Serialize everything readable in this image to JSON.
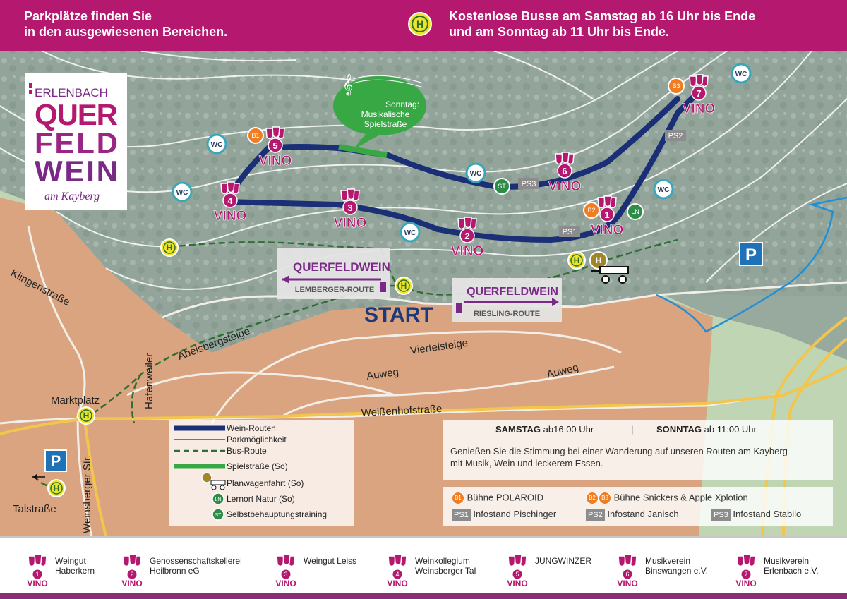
{
  "header": {
    "parking_line1": "Parkplätze finden Sie",
    "parking_line2": "in den ausgewiesenen Bereichen.",
    "bus_symbol": "H",
    "bus_line1": "Kostenlose Busse am Samstag ab 16 Uhr bis Ende",
    "bus_line2": "und am Sonntag ab 11 Uhr bis Ende."
  },
  "logo": {
    "line1": "ERLENBACH",
    "line2": "QUER",
    "line3": "FELD",
    "line4": "WEIN",
    "line5": "am Kayberg"
  },
  "music_bubble": {
    "line1": "Sonntag:",
    "line2": "Musikalische",
    "line3": "Spielstraße"
  },
  "vino_label": "VINO",
  "stations": [
    "1",
    "2",
    "3",
    "4",
    "5",
    "6",
    "7"
  ],
  "wc_label": "WC",
  "bus_stop_label": "H",
  "parking_symbol": "P",
  "stage_badges": {
    "b1": "B1",
    "b2": "B2",
    "b3": "B3"
  },
  "info_badges": {
    "ps1": "PS1",
    "ps2": "PS2",
    "ps3": "PS3"
  },
  "marker_badges": {
    "ln": "LN",
    "st": "ST"
  },
  "routes": {
    "start": "START",
    "lemberger_title": "QUERFELDWEIN",
    "lemberger_sub": "LEMBERGER-ROUTE",
    "riesling_title": "QUERFELDWEIN",
    "riesling_sub": "RIESLING-ROUTE"
  },
  "streets": {
    "klingen": "Klingenstraße",
    "abelsberg": "Abelsbergsteige",
    "hafenweiler": "Hafenweiler",
    "viertel": "Viertelsteige",
    "auweg1": "Auweg",
    "auweg2": "Auweg",
    "weissenhof": "Weißenhofstraße",
    "marktplatz": "Marktplatz",
    "weinsberger": "Weinsberger Str.",
    "tal": "Talstraße"
  },
  "legend": {
    "wein_routen": "Wein-Routen",
    "parkmoeglichkeit": "Parkmöglichkeit",
    "bus_route": "Bus-Route",
    "spielstrasse": "Spielstraße (So)",
    "planwagen": "Planwagenfahrt (So)",
    "lernort": "Lernort Natur (So)",
    "selbst": "Selbstbehauptungstraining"
  },
  "info": {
    "samstag": "SAMSTAG",
    "samstag_time": "ab16:00 Uhr",
    "separator": "|",
    "sonntag": "SONNTAG",
    "sonntag_time": "ab 11:00 Uhr",
    "text_line1": "Genießen Sie die Stimmung bei einer Wanderung auf unseren Routen am Kayberg",
    "text_line2": "mit Musik, Wein und leckerem Essen."
  },
  "stages": {
    "b1_label": "Bühne POLAROID",
    "b2b3_label": "Bühne Snickers & Apple Xplotion",
    "ps1_label": "Infostand Pischinger",
    "ps2_label": "Infostand Janisch",
    "ps3_label": "Infostand Stabilo"
  },
  "sponsors": [
    {
      "num": "1",
      "line1": "Weingut",
      "line2": "Haberkern"
    },
    {
      "num": "2",
      "line1": "Genossenschaftskellerei",
      "line2": "Heilbronn eG"
    },
    {
      "num": "3",
      "line1": "Weingut Leiss",
      "line2": ""
    },
    {
      "num": "4",
      "line1": "Weinkollegium",
      "line2": "Weinsberger Tal"
    },
    {
      "num": "5",
      "line1": "JUNGWINZER",
      "line2": ""
    },
    {
      "num": "6",
      "line1": "Musikverein",
      "line2": "Binswangen e.V."
    },
    {
      "num": "7",
      "line1": "Musikverein",
      "line2": "Erlenbach e.V."
    }
  ],
  "colors": {
    "magenta": "#b5186f",
    "route_blue": "#1b2f77",
    "vineyard_green": "#94a69b",
    "town_orange": "#d9a47f",
    "field_green": "#bfd5b4",
    "bus_yellow": "#ece32a",
    "parking_blue": "#1f72b8"
  }
}
